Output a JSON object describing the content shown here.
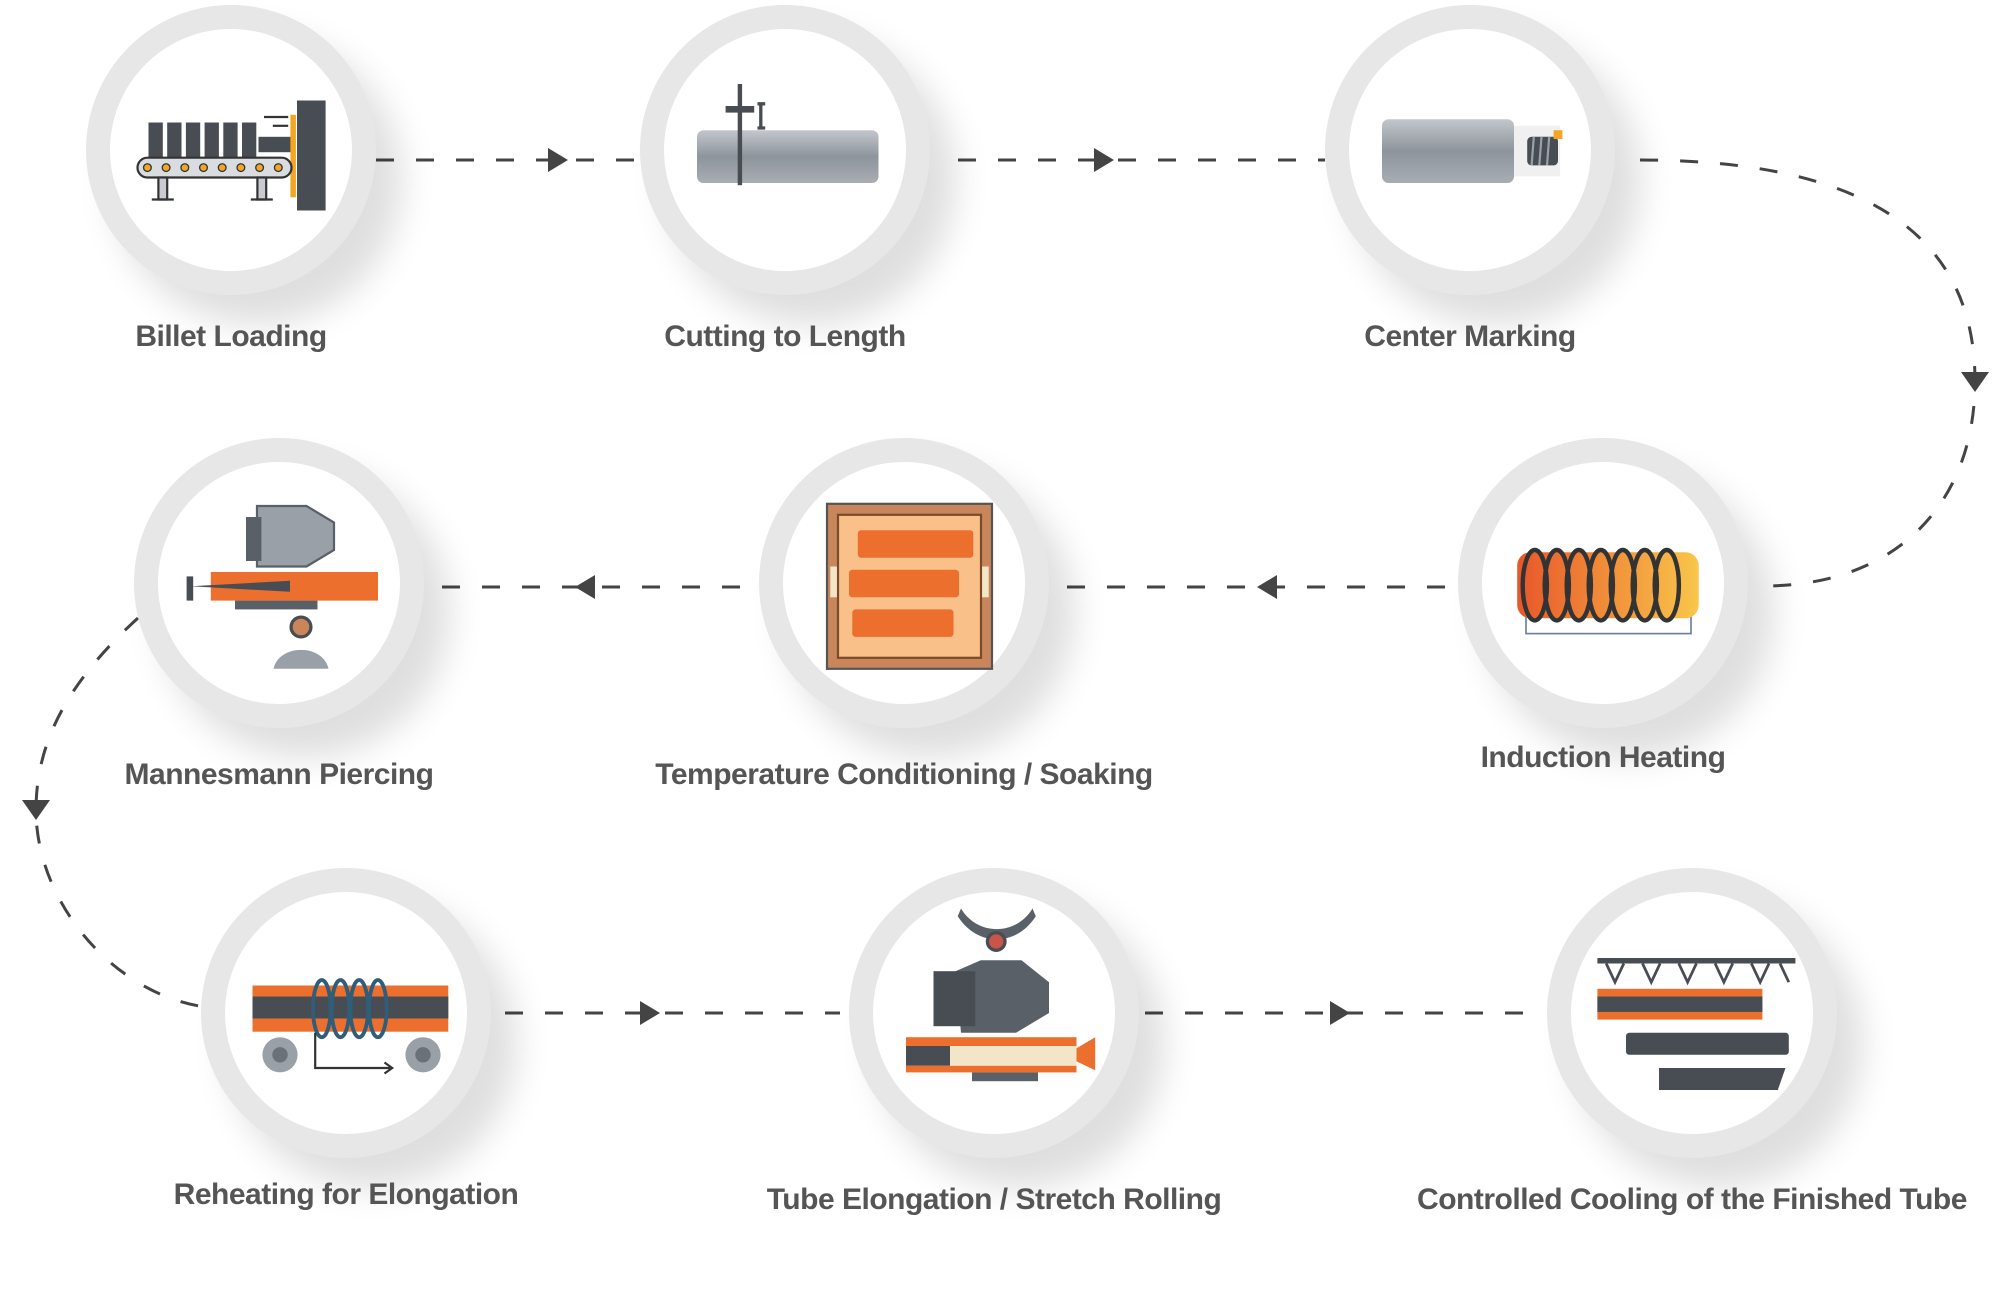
{
  "title": "Seamless Tube Production Process",
  "steps": [
    {
      "label": "Billet Loading",
      "icon": "billet-conveyor-icon"
    },
    {
      "label": "Cutting to Length",
      "icon": "saw-cut-icon"
    },
    {
      "label": "Center Marking",
      "icon": "center-drill-icon"
    },
    {
      "label": "Induction Heating",
      "icon": "induction-coil-icon"
    },
    {
      "label": "Temperature Conditioning / Soaking",
      "icon": "soaking-furnace-icon"
    },
    {
      "label": "Mannesmann Piercing",
      "icon": "piercing-mill-icon"
    },
    {
      "label": "Reheating for Elongation",
      "icon": "reheating-coil-icon"
    },
    {
      "label": "Tube Elongation / Stretch Rolling",
      "icon": "stretch-rolling-icon"
    },
    {
      "label": "Controlled Cooling of the Finished Tube",
      "icon": "cooling-spray-icon"
    }
  ],
  "colors": {
    "accent": "#e8672a",
    "yellow": "#f2a623",
    "dark": "#474d53",
    "steel": "#9aa0a8",
    "ring": "#e7e7e7",
    "text": "#555555"
  }
}
